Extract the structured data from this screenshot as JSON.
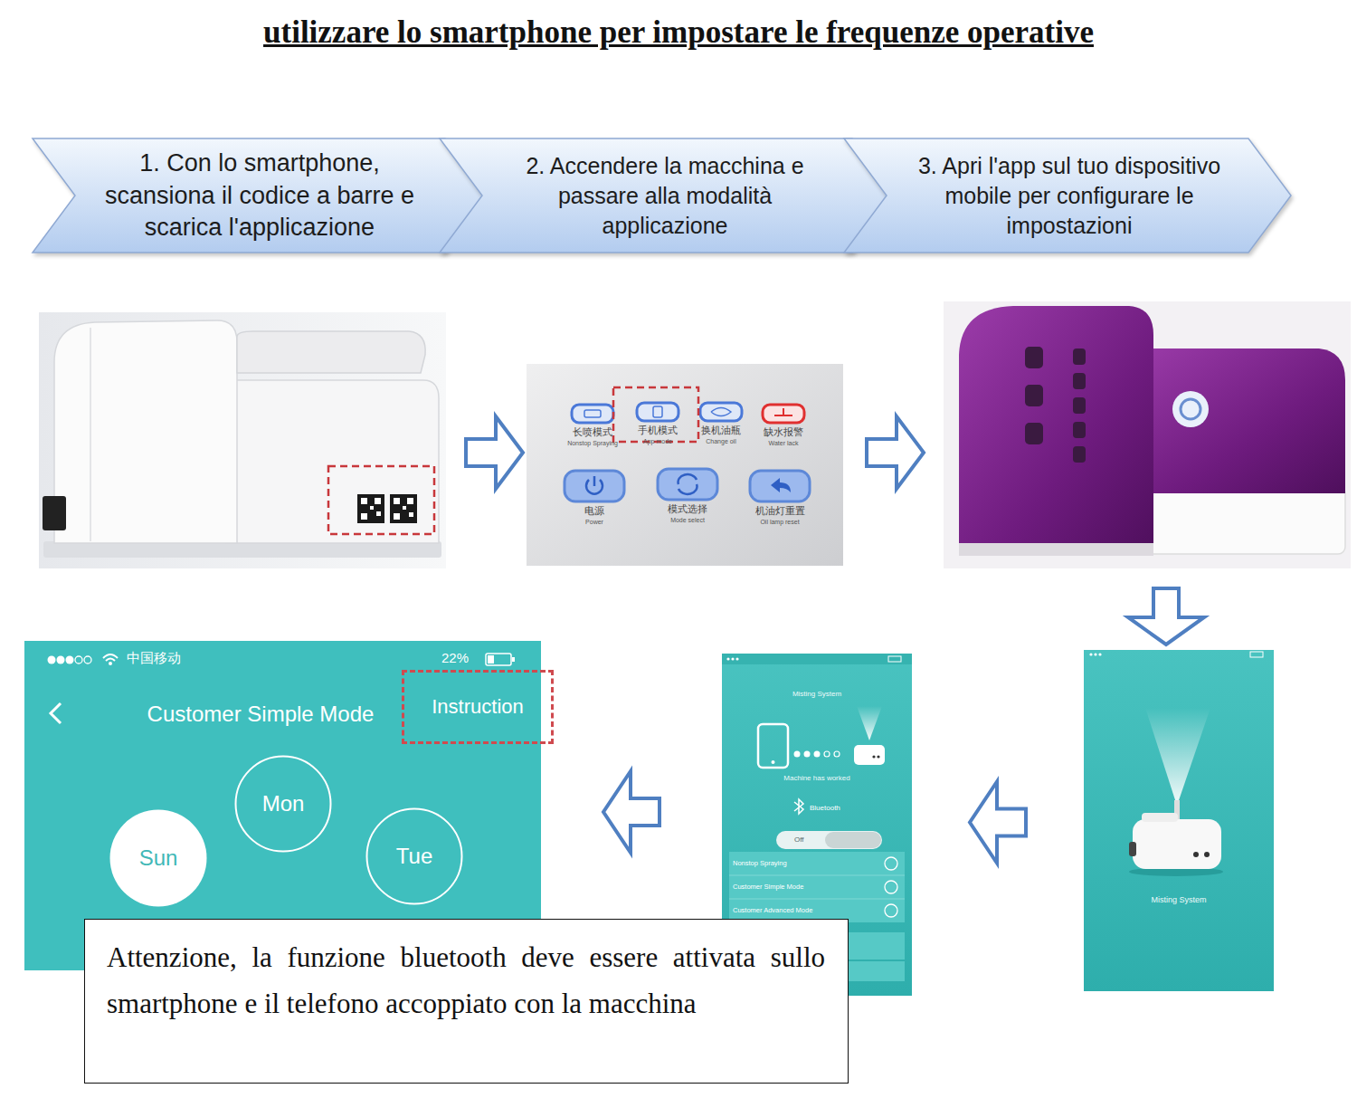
{
  "diagram": {
    "title": "utilizzare lo smartphone per impostare le frequenze operative",
    "nodes": [
      {
        "text": [
          "1. Con lo smartphone, scansiona il codice a barre e scarica l'applicazione"
        ]
      },
      {
        "text": [
          "2. Accendere la macchina e passare alla modalità applicazione"
        ]
      },
      {
        "text": [
          "3. Apri l'app sul tuo dispositivo mobile per configurare le impostazioni"
        ]
      },
      {
        "text": [
          "Misting System"
        ]
      },
      {
        "text": [
          "Misting System",
          "Machine has worked",
          "Bluetooth",
          "Off",
          "Nonstop Spraying",
          "Customer Simple Mode",
          "Customer Advanced Mode"
        ]
      },
      {
        "text": [
          "中国移动",
          "22%",
          "Customer Simple Mode"
        ]
      },
      {
        "text": [
          "Instruction"
        ],
        "in": 5
      },
      {
        "text": [
          "Sun"
        ],
        "in": 5
      },
      {
        "text": [
          "Mon"
        ],
        "in": 5
      },
      {
        "text": [
          "Tue"
        ],
        "in": 5
      },
      {
        "text": [
          "Attenzione, la funzione bluetooth deve essere attivata sullo smartphone e il telefono accoppiato con la macchina"
        ]
      }
    ],
    "edges": [
      {
        "from": 3,
        "to": 4,
        "arrow": "to"
      },
      {
        "from": 4,
        "to": 5,
        "arrow": "to"
      }
    ],
    "labels": [
      "长喷模式",
      "Nonstop Spraying",
      "手机模式",
      "App mode",
      "换机油瓶",
      "Change oil",
      "缺水报警",
      "Water lack",
      "电源",
      "Power",
      "模式选择",
      "Mode select",
      "机油灯重置",
      "Oil lamp reset"
    ]
  }
}
